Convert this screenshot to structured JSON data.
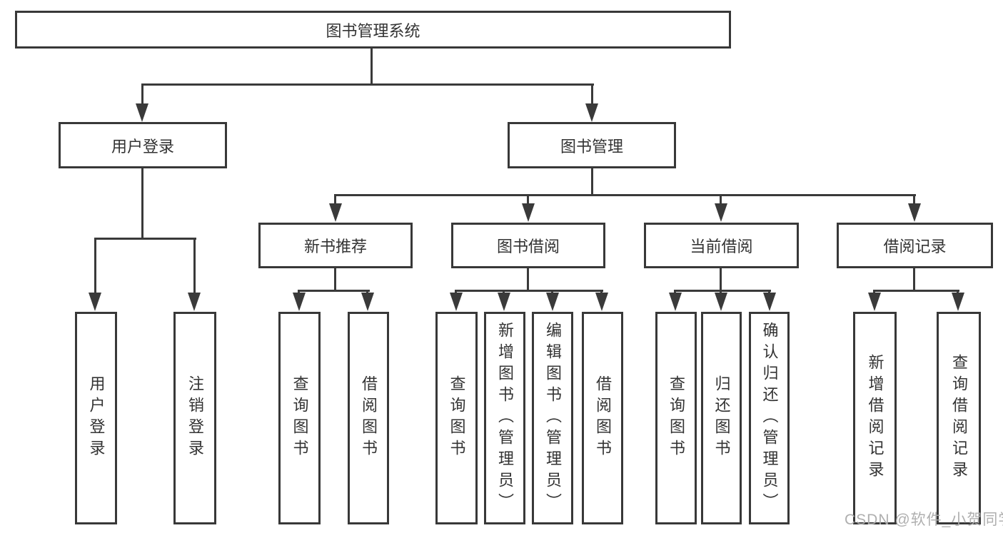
{
  "diagram": {
    "title": "图书管理系统",
    "root": {
      "label": "图书管理系统"
    },
    "branches": [
      {
        "label": "用户登录",
        "children": [
          {
            "label": "用户登录"
          },
          {
            "label": "注销登录"
          }
        ]
      },
      {
        "label": "图书管理",
        "children": [
          {
            "label": "新书推荐",
            "children": [
              {
                "label": "查询图书"
              },
              {
                "label": "借阅图书"
              }
            ]
          },
          {
            "label": "图书借阅",
            "children": [
              {
                "label": "查询图书"
              },
              {
                "label": "新增图书（管理员）"
              },
              {
                "label": "编辑图书（管理员）"
              },
              {
                "label": "借阅图书"
              }
            ]
          },
          {
            "label": "当前借阅",
            "children": [
              {
                "label": "查询图书"
              },
              {
                "label": "归还图书"
              },
              {
                "label": "确认归还（管理员）"
              }
            ]
          },
          {
            "label": "借阅记录",
            "children": [
              {
                "label": "新增借阅记录"
              },
              {
                "label": "查询借阅记录"
              }
            ]
          }
        ]
      }
    ]
  },
  "watermark": {
    "text": "CSDN @软件_小贺同学"
  },
  "colors": {
    "line": "#3a3a3a",
    "text": "#333333",
    "background": "#ffffff",
    "watermark": "#ababab"
  }
}
